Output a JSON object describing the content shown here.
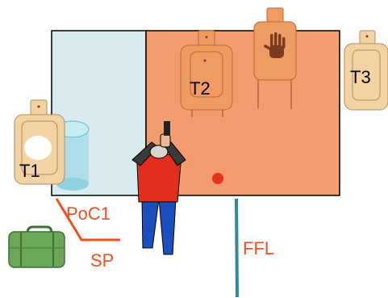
{
  "targets": {
    "t1": {
      "label": "T1"
    },
    "t2": {
      "label": "T2"
    },
    "t3": {
      "label": "T3"
    }
  },
  "labels": {
    "point_of_cover": "PoC1",
    "start_position": "SP",
    "fault_line": "FFL"
  },
  "colors": {
    "left_area_fill": "#d8ecef",
    "main_area_fill": "#f29c6f",
    "target_fill": "#f3d3a3",
    "target_fill_orange": "#ef9c64",
    "label_red": "#f04e23",
    "fault_line": "#2e8aa0",
    "outline": "#000000"
  },
  "icons": {
    "no_shoot": "hand-icon",
    "barrel": "barrel-icon",
    "suitcase": "suitcase-icon",
    "shooter": "shooter-figure",
    "marker": "marker-dot"
  }
}
